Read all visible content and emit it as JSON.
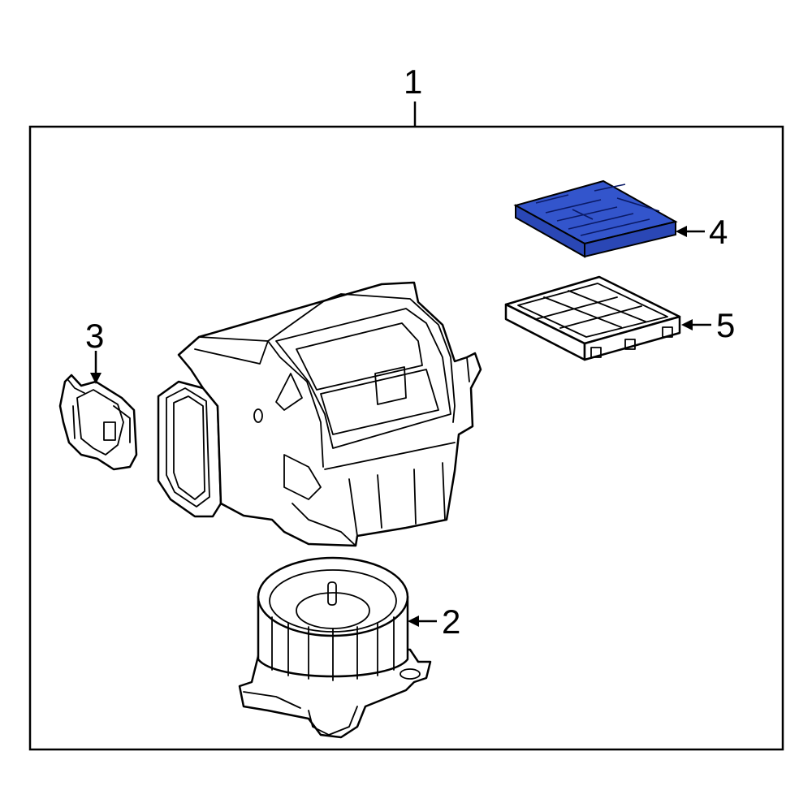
{
  "diagram": {
    "callouts": [
      {
        "id": "1",
        "label": "1"
      },
      {
        "id": "2",
        "label": "2"
      },
      {
        "id": "3",
        "label": "3"
      },
      {
        "id": "4",
        "label": "4"
      },
      {
        "id": "5",
        "label": "5"
      }
    ],
    "highlight_color": "#3355cc",
    "line_color": "#000000",
    "background": "#ffffff"
  }
}
